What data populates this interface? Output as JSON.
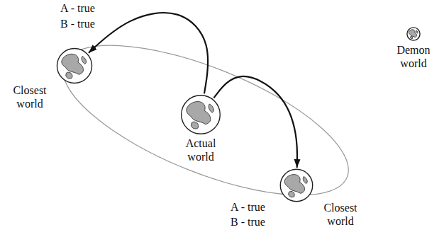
{
  "diagram": {
    "nodes": [
      {
        "text": [
          "A - true",
          "B - true",
          "Closest world"
        ]
      },
      {
        "text": [
          "Actual world"
        ]
      },
      {
        "text": [
          "Closest world",
          "A - true",
          "B - true"
        ]
      },
      {
        "text": [
          "Demon world"
        ]
      }
    ],
    "edges": [
      {
        "from": 1,
        "to": 0,
        "arrow": "to"
      },
      {
        "from": 1,
        "to": 2,
        "arrow": "to"
      }
    ]
  }
}
